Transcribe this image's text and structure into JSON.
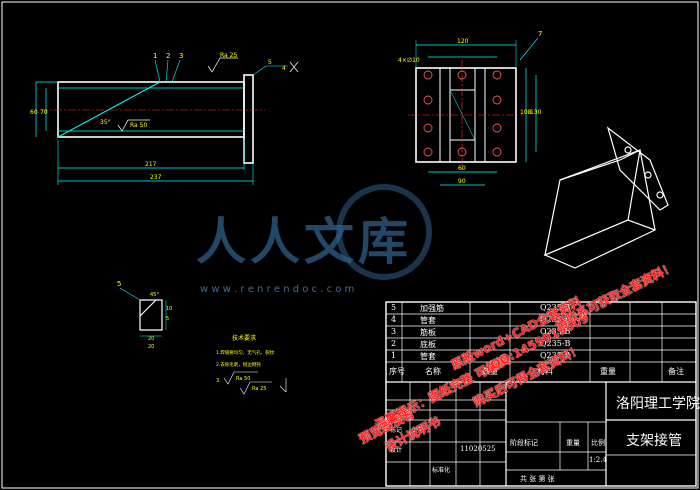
{
  "drawing": {
    "side_view": {
      "leaders": [
        "1",
        "2",
        "3"
      ],
      "roughness_top": "Ra 25",
      "roughness_bottom": "Ra 50",
      "weld_note": "5",
      "weld_note_suffix": "4",
      "angle": "35°",
      "dim_height": "60",
      "dim_inner": "70",
      "dim_217": "217",
      "dim_237": "237"
    },
    "front_view": {
      "dim_top": "120",
      "dim_hole": "4×∅10",
      "leader": "7",
      "dim_right_a": "108",
      "dim_right_b": "130",
      "dim_bottom_a": "60",
      "dim_bottom_b": "90"
    },
    "detail": {
      "leader": "5",
      "chamfer": "45°",
      "dims": [
        "10",
        "5",
        "20",
        "20"
      ]
    },
    "tech_notes": {
      "heading": "技术要求",
      "line1": "1.焊缝要均匀，无气孔、裂纹",
      "line2": "2.去除毛刺，锐边倒钝",
      "line3_label": "3.",
      "line3_ra": "Ra 50",
      "line4_ra": "Ra 25"
    }
  },
  "parts_table": {
    "rows": [
      {
        "no": "5",
        "name": "加强筋",
        "material": "Q235-B"
      },
      {
        "no": "4",
        "name": "管套",
        "material": "Q235-B"
      },
      {
        "no": "3",
        "name": "筋板",
        "material": "Q235-B"
      },
      {
        "no": "2",
        "name": "底板",
        "material": "Q235-B"
      },
      {
        "no": "1",
        "name": "管套",
        "material": "Q235-B"
      }
    ],
    "header": {
      "no": "序号",
      "name": "名称",
      "qty": "数量",
      "material": "材料",
      "weight": "重量",
      "note": "备注"
    }
  },
  "title_block": {
    "school": "洛阳理工学院",
    "drawing_name": "支架接管",
    "scale_label": "比例",
    "scale": "1:2.4",
    "stage_label": "阶段标记",
    "weight_label": "重量",
    "mark_label": "标记",
    "count_label": "处数",
    "standard_label": "标准化",
    "drawn_label": "设计",
    "id_number": "11020525",
    "sheet_info": "共  张  第  张"
  },
  "watermark": {
    "logo_text": "人人文库",
    "url": "w w w . r e n r e n d o c . c o m",
    "red_line1": "预览图没有",
    "red_line2": "温馨提示：图纸完整 可编辑",
    "red_line3": "设计说明书",
    "red_line4": "原版word+CAD全套资料",
    "red_line5": "QQ:1459919609",
    "red_line6": "购买后可得全套资料！",
    "red_line7": "请联系可获取全套资料！"
  },
  "colors": {
    "background": "#000000",
    "outline": "#ffffff",
    "dimension": "#00ffff",
    "text": "#ffff00",
    "centerline": "#ff3030",
    "watermark_blue": "#2f5f8a",
    "watermark_red": "#ff2020"
  }
}
